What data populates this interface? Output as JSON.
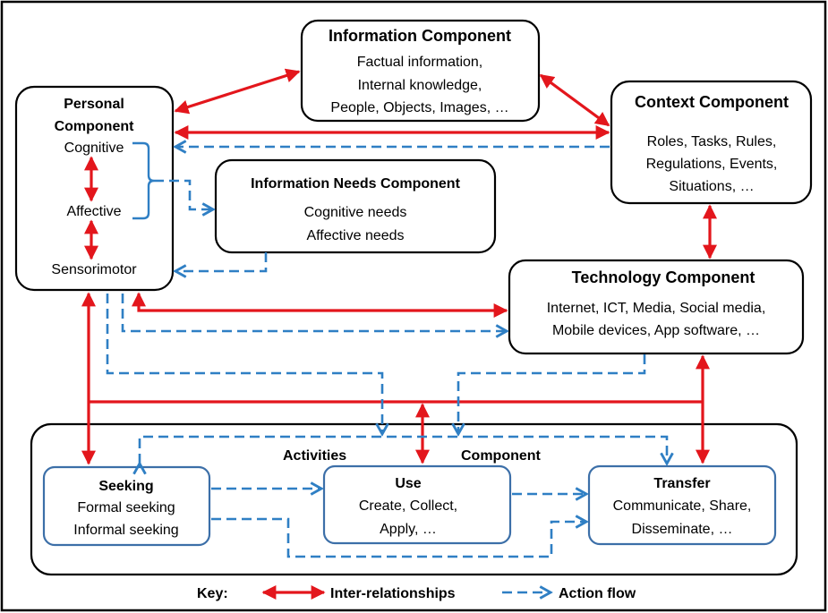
{
  "information": {
    "title": "Information Component",
    "lines": [
      "Factual information,",
      "Internal knowledge,",
      "People,  Objects, Images, …"
    ]
  },
  "personal": {
    "title_line1": "Personal",
    "title_line2": "Component",
    "cognitive": "Cognitive",
    "affective": "Affective",
    "sensorimotor": "Sensorimotor"
  },
  "context": {
    "title": "Context Component",
    "lines": [
      "Roles, Tasks, Rules,",
      "Regulations, Events,",
      "Situations, …"
    ]
  },
  "needs": {
    "title": "Information Needs Component",
    "lines": [
      "Cognitive needs",
      "Affective needs"
    ]
  },
  "technology": {
    "title": "Technology Component",
    "lines": [
      "Internet, ICT, Media, Social media,",
      "Mobile devices, App software, …"
    ]
  },
  "activities": {
    "label_left": "Activities",
    "label_right": "Component"
  },
  "seeking": {
    "title": "Seeking",
    "lines": [
      "Formal seeking",
      "Informal seeking"
    ]
  },
  "use": {
    "title": "Use",
    "lines": [
      "Create, Collect,",
      "Apply, …"
    ]
  },
  "transfer": {
    "title": "Transfer",
    "lines": [
      "Communicate, Share,",
      "Disseminate, …"
    ]
  },
  "key": {
    "label": "Key:",
    "inter": "Inter-relationships",
    "action": "Action flow"
  },
  "colors": {
    "inter_relationship": "#e3161c",
    "action_flow": "#2f7fc4"
  }
}
